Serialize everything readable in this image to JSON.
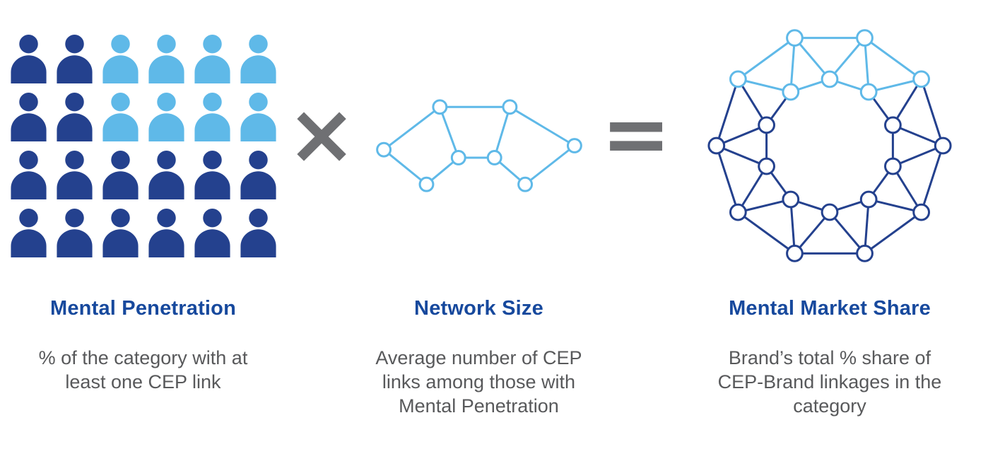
{
  "colors": {
    "navy": "#24418E",
    "light_blue": "#5FB9E8",
    "title_blue": "#17499D",
    "body_text": "#58595B",
    "operator_gray": "#6F7073",
    "node_fill": "#FFFFFF"
  },
  "operators": {
    "multiply": "×",
    "equals": "="
  },
  "sections": [
    {
      "id": "mental-penetration",
      "title": "Mental Penetration",
      "description": "% of the category with at least one CEP link",
      "graphic": "people-grid"
    },
    {
      "id": "network-size",
      "title": "Network Size",
      "description": "Average number of CEP links among those with Mental Penetration",
      "graphic": "cep-network"
    },
    {
      "id": "mental-market-share",
      "title": "Mental Market Share",
      "description": "Brand’s total % share of CEP-Brand linkages in the category",
      "graphic": "ring-network"
    }
  ],
  "people_grid": {
    "rows": 4,
    "cols": 6,
    "pattern": [
      [
        "navy",
        "navy",
        "light_blue",
        "light_blue",
        "light_blue",
        "light_blue"
      ],
      [
        "navy",
        "navy",
        "light_blue",
        "light_blue",
        "light_blue",
        "light_blue"
      ],
      [
        "navy",
        "navy",
        "navy",
        "navy",
        "navy",
        "navy"
      ],
      [
        "navy",
        "navy",
        "navy",
        "navy",
        "navy",
        "navy"
      ]
    ]
  },
  "cep_network": {
    "node_count": 8,
    "edge_count": 10,
    "color": "light_blue"
  },
  "ring_network": {
    "outer_nodes": 10,
    "inner_nodes": 10,
    "top_section_color": "light_blue",
    "base_color": "navy"
  }
}
